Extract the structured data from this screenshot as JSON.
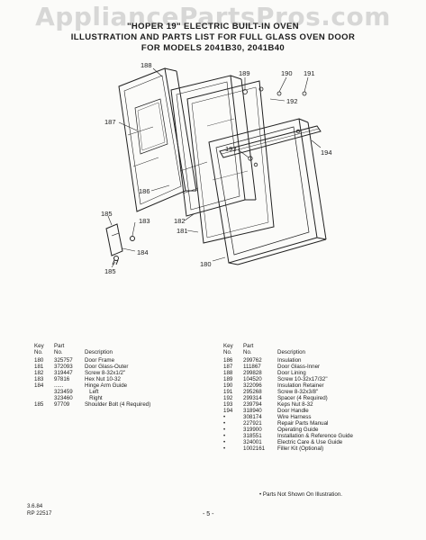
{
  "watermark": "AppliancePartsPros.com",
  "title": {
    "line1": "\"HOPER 19\" ELECTRIC BUILT-IN OVEN",
    "line2": "ILLUSTRATION AND PARTS LIST FOR FULL GLASS OVEN DOOR",
    "line3": "FOR MODELS 2041B30, 2041B40"
  },
  "callouts": [
    "188",
    "189",
    "190",
    "191",
    "192",
    "187",
    "193",
    "194",
    "186",
    "185",
    "183",
    "182",
    "181",
    "184",
    "180",
    "185"
  ],
  "parts_headers": {
    "key": "Key\nNo.",
    "part": "Part\nNo.",
    "desc": "Description"
  },
  "parts_left": [
    {
      "key": "180",
      "part": "325757",
      "desc": "Door Frame"
    },
    {
      "key": "181",
      "part": "372093",
      "desc": "Door Glass-Outer"
    },
    {
      "key": "182",
      "part": "319447",
      "desc": "Screw 8-32x1/2\""
    },
    {
      "key": "183",
      "part": "97816",
      "desc": "Hex Nut 10-32"
    },
    {
      "key": "184",
      "part": "......",
      "desc": "Hinge Arm Guide"
    },
    {
      "key": "",
      "part": "323459",
      "desc": "   Left"
    },
    {
      "key": "",
      "part": "323460",
      "desc": "   Right"
    },
    {
      "key": "185",
      "part": "97709",
      "desc": "Shoulder Bolt (4 Required)"
    }
  ],
  "parts_right": [
    {
      "key": "186",
      "part": "299762",
      "desc": "Insulation"
    },
    {
      "key": "187",
      "part": "111867",
      "desc": "Door Glass-Inner"
    },
    {
      "key": "188",
      "part": "299828",
      "desc": "Door Lining"
    },
    {
      "key": "189",
      "part": "104520",
      "desc": "Screw 10-32x17/32\""
    },
    {
      "key": "190",
      "part": "322096",
      "desc": "Insulation Retainer"
    },
    {
      "key": "191",
      "part": "295268",
      "desc": "Screw 8-32x3/8\""
    },
    {
      "key": "192",
      "part": "299314",
      "desc": "Spacer (4 Required)"
    },
    {
      "key": "193",
      "part": "239794",
      "desc": "Keps Nut 8-32"
    },
    {
      "key": "194",
      "part": "318940",
      "desc": "Door Handle"
    },
    {
      "key": "•",
      "part": "308174",
      "desc": "Wire Harness"
    },
    {
      "key": "•",
      "part": "227921",
      "desc": "Repair Parts Manual"
    },
    {
      "key": "•",
      "part": "319900",
      "desc": "Operating Guide"
    },
    {
      "key": "•",
      "part": "318551",
      "desc": "Installation & Reference Guide"
    },
    {
      "key": "•",
      "part": "324001",
      "desc": "Electric Care & Use Guide"
    },
    {
      "key": "•",
      "part": "1002161",
      "desc": "Filler Kit (Optional)"
    }
  ],
  "footnote": "•     Parts Not Shown On Illustration.",
  "footer": {
    "date": "3.6.84",
    "code": "RP 22517",
    "page": "- 5 -"
  }
}
